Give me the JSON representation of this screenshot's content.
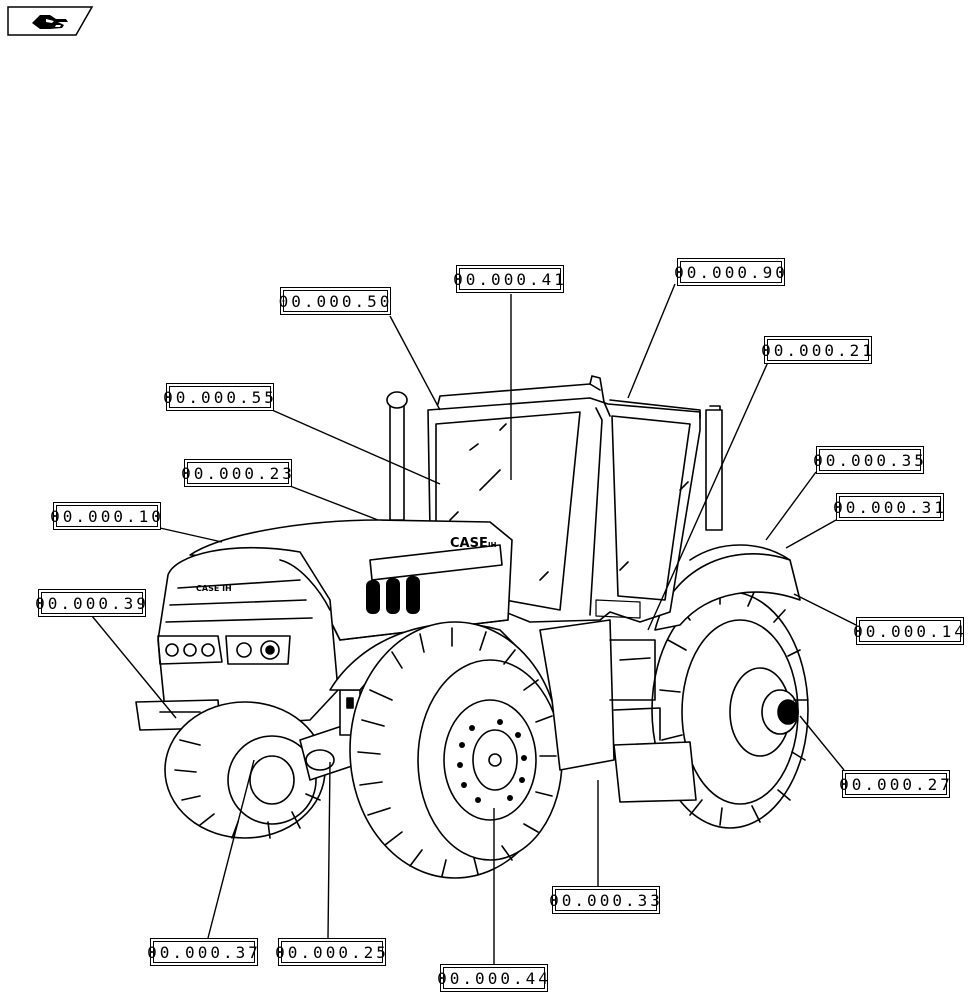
{
  "nav": {
    "icon": "hand-pointer-icon"
  },
  "callouts": [
    {
      "key": "c50",
      "label": "00.000.50"
    },
    {
      "key": "c41",
      "label": "00.000.41"
    },
    {
      "key": "c90",
      "label": "00.000.90"
    },
    {
      "key": "c21",
      "label": "00.000.21"
    },
    {
      "key": "c55",
      "label": "00.000.55"
    },
    {
      "key": "c23",
      "label": "00.000.23"
    },
    {
      "key": "c35",
      "label": "00.000.35"
    },
    {
      "key": "c10",
      "label": "00.000.10"
    },
    {
      "key": "c31",
      "label": "00.000.31"
    },
    {
      "key": "c39",
      "label": "00.000.39"
    },
    {
      "key": "c14",
      "label": "00.000.14"
    },
    {
      "key": "c27",
      "label": "00.000.27"
    },
    {
      "key": "c33",
      "label": "00.000.33"
    },
    {
      "key": "c37",
      "label": "00.000.37"
    },
    {
      "key": "c25",
      "label": "00.000.25"
    },
    {
      "key": "c44",
      "label": "00.000.44"
    }
  ],
  "tractor": {
    "brand": "CASE IH",
    "hood_text": "CASE IH"
  }
}
